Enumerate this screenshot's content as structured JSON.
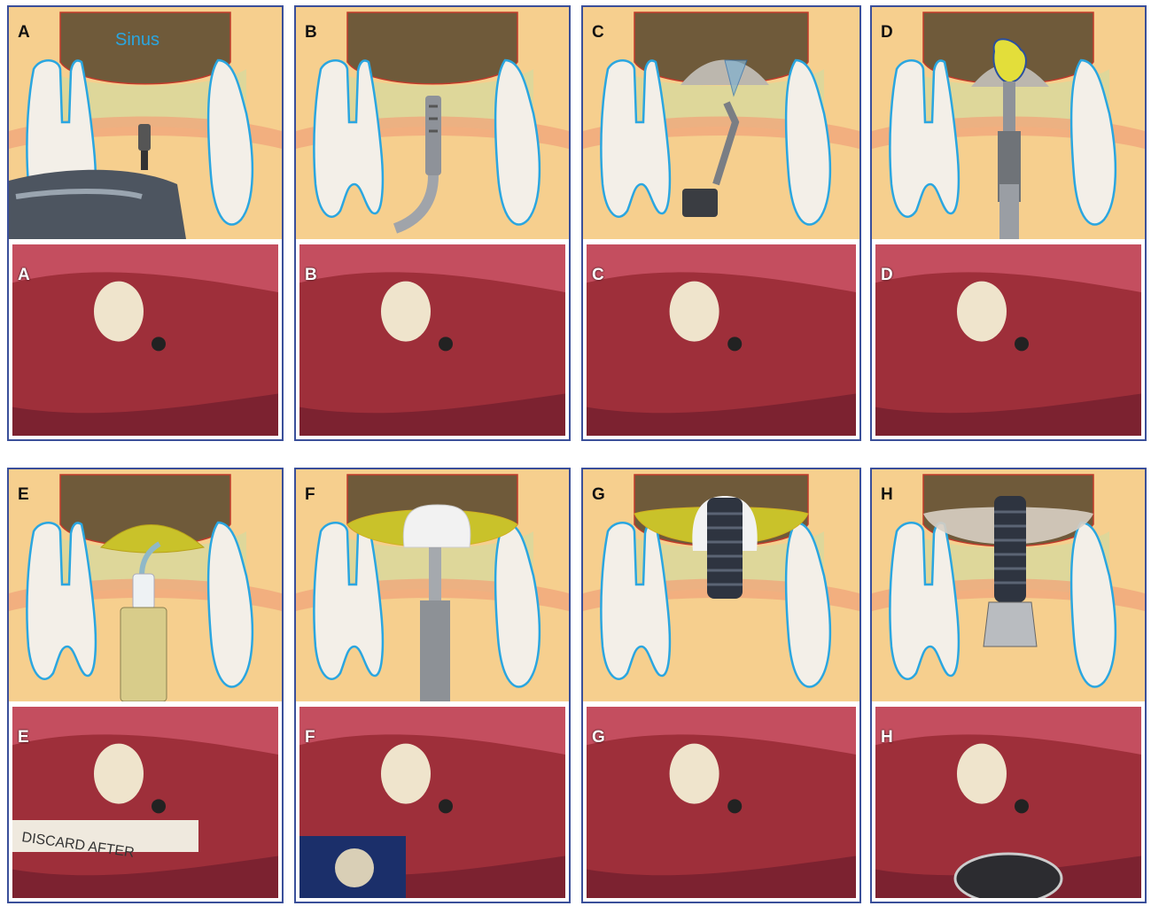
{
  "sinus_label": "Sinus",
  "panels": [
    {
      "key": "A",
      "diagram_label": "A",
      "photo_label": "A"
    },
    {
      "key": "B",
      "diagram_label": "B",
      "photo_label": "B"
    },
    {
      "key": "C",
      "diagram_label": "C",
      "photo_label": "C"
    },
    {
      "key": "D",
      "diagram_label": "D",
      "photo_label": "D"
    },
    {
      "key": "E",
      "diagram_label": "E",
      "photo_label": "E"
    },
    {
      "key": "F",
      "diagram_label": "F",
      "photo_label": "F"
    },
    {
      "key": "G",
      "diagram_label": "G",
      "photo_label": "G"
    },
    {
      "key": "H",
      "diagram_label": "H",
      "photo_label": "H"
    }
  ],
  "syringe_text": "DISCARD AFTER",
  "colors": {
    "frame": "#3a4f9a",
    "background": "#f6cf8e",
    "sinus": "#6f5a3a",
    "tooth_outline": "#2aa6e0",
    "tooth_fill": "#f3efe8",
    "bone": "#dcd79b",
    "gum_band": "#f0a47a",
    "graft": "#c9c22a",
    "membrane": "#bcb7ae"
  }
}
